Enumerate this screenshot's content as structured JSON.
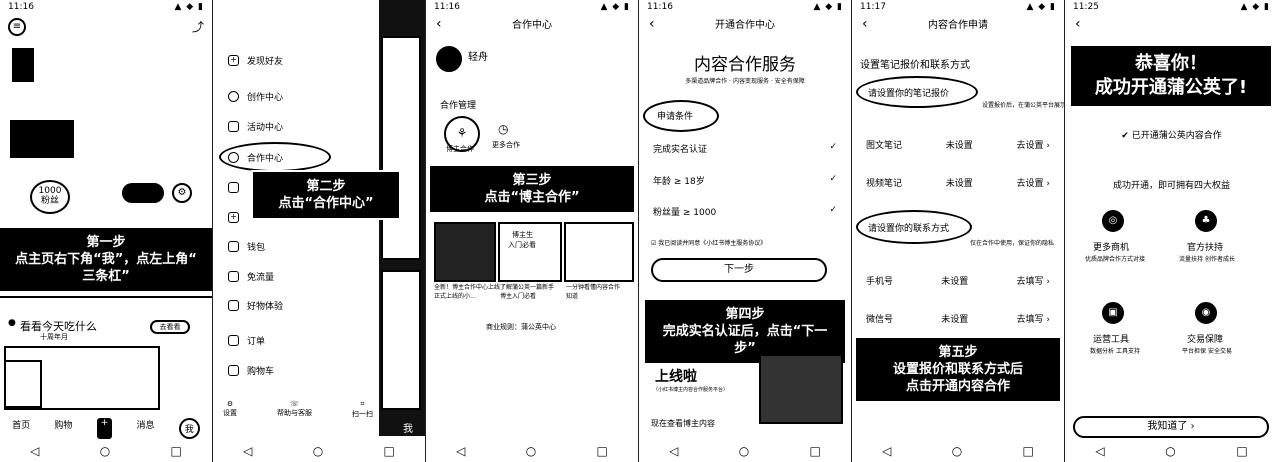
{
  "p1": {
    "status_time": "11:16",
    "badge_number": "1000",
    "badge_sub": "粉丝",
    "search_prompt": "看看今天吃什么",
    "search_small": "十周年月",
    "pill_label": "去看看",
    "callout": [
      "第一步",
      "点主页右下角“我”，点左上角“",
      "三条杠”"
    ],
    "tabs": [
      "首页",
      "购物",
      "+",
      "消息",
      "我"
    ]
  },
  "p2": {
    "menu": [
      "发现好友",
      "创作中心",
      "活动中心",
      "合作中心",
      "",
      "",
      "钱包",
      "免流量",
      "好物体验",
      "订单",
      "购物车"
    ],
    "bottom_items": [
      "设置",
      "帮助与客服",
      "扫一扫"
    ],
    "tab_me": "我",
    "callout": [
      "第二步",
      "点击“合作中心”"
    ]
  },
  "p3": {
    "status_time": "11:16",
    "title": "合作中心",
    "user_name": "轻舟",
    "section": "合作管理",
    "item1": "博主合作",
    "item2": "更多合作",
    "card_text1": "博主生",
    "card_text2": "入门必看",
    "cap1": "全新！博主合作中心上线 !",
    "cap1b": "正式上线的小…",
    "cap2": "了解蒲公英一篇新手",
    "cap2b": "博主入门必看",
    "cap3": "一分钟看懂内容合作",
    "cap3b": "知道",
    "footer": "商业规则：蒲公英中心",
    "callout": [
      "第三步",
      "点击“博主合作”"
    ]
  },
  "p4": {
    "status_time": "11:16",
    "title": "开通合作中心",
    "heading": "内容合作服务",
    "sub": "多渠道品牌合作 · 内容变现服务 · 安全有保障",
    "cond_label": "申请条件",
    "conditions": [
      "完成实名认证",
      "年龄 ≥ 18岁",
      "粉丝量 ≥ 1000"
    ],
    "agree": "我已阅读并同意《小红书博主服务协议》",
    "next": "下一步",
    "promo": "上线啦",
    "promo_sub": "（小红书博主内容合作服务平台）",
    "promo_link": "现在查看博主内容",
    "callout": [
      "第四步",
      "完成实名认证后，点击“下一步”"
    ]
  },
  "p5": {
    "status_time": "11:17",
    "title": "内容合作申请",
    "section1": "设置笔记报价和联系方式",
    "price_label": "请设置你的笔记报价",
    "price_note": "设置报价后，在蒲公英平台展示",
    "rows1": [
      [
        "图文笔记",
        "未设置",
        "去设置 ›"
      ],
      [
        "视频笔记",
        "未设置",
        "去设置 ›"
      ]
    ],
    "contact_label": "请设置你的联系方式",
    "contact_note": "仅在合作中使用，保证你的隐私",
    "rows2": [
      [
        "手机号",
        "未设置",
        "去填写 ›"
      ],
      [
        "微信号",
        "未设置",
        "去填写 ›"
      ]
    ],
    "callout": [
      "第五步",
      "设置报价和联系方式后",
      "点击开通内容合作"
    ]
  },
  "p6": {
    "status_time": "11:25",
    "callout": [
      "恭喜你！",
      "成功开通蒲公英了!"
    ],
    "opened": "已开通蒲公英内容合作",
    "rights": "成功开通，即可拥有四大权益",
    "benefits": [
      {
        "t": "更多商机",
        "d": "优质品牌合作方式对接"
      },
      {
        "t": "官方扶持",
        "d": "流量扶持 创作者成长"
      },
      {
        "t": "运营工具",
        "d": "数据分析 工具支持"
      },
      {
        "t": "交易保障",
        "d": "平台担保 安全交易"
      }
    ],
    "bottom_btn": "我知道了 ›"
  },
  "nav": [
    "◁",
    "○",
    "□"
  ]
}
